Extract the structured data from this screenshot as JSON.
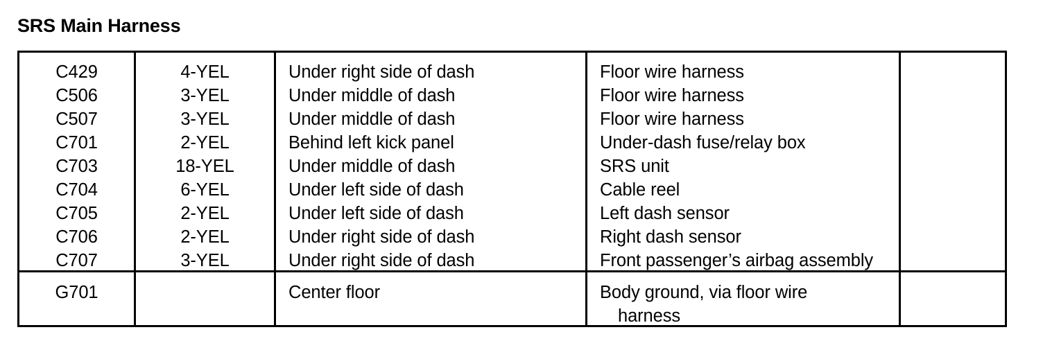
{
  "page": {
    "title": "SRS Main Harness",
    "background_color": "#ffffff",
    "text_color": "#000000"
  },
  "table": {
    "columns": [
      {
        "name": "connector-number",
        "align": "center"
      },
      {
        "name": "cavity-color",
        "align": "center"
      },
      {
        "name": "location",
        "align": "left"
      },
      {
        "name": "connects-to",
        "align": "left"
      },
      {
        "name": "notes",
        "align": "left"
      }
    ],
    "sections": [
      {
        "name": "connectors",
        "rows": [
          {
            "connector": "C429",
            "wire": "4-YEL",
            "location": "Under right side of dash",
            "connects_to": [
              "Floor wire harness"
            ],
            "notes": []
          },
          {
            "connector": "C506",
            "wire": "3-YEL",
            "location": "Under middle of dash",
            "connects_to": [
              "Floor wire harness"
            ],
            "notes": []
          },
          {
            "connector": "C507",
            "wire": "3-YEL",
            "location": "Under middle of dash",
            "connects_to": [
              "Floor wire harness"
            ],
            "notes": []
          },
          {
            "connector": "C701",
            "wire": "2-YEL",
            "location": "Behind left kick panel",
            "connects_to": [
              "Under-dash fuse/relay box"
            ],
            "notes": []
          },
          {
            "connector": "C703",
            "wire": "18-YEL",
            "location": "Under middle of dash",
            "connects_to": [
              "SRS unit"
            ],
            "notes": []
          },
          {
            "connector": "C704",
            "wire": "6-YEL",
            "location": "Under left side of dash",
            "connects_to": [
              "Cable reel"
            ],
            "notes": []
          },
          {
            "connector": "C705",
            "wire": "2-YEL",
            "location": "Under left side of dash",
            "connects_to": [
              "Left dash sensor"
            ],
            "notes": []
          },
          {
            "connector": "C706",
            "wire": "2-YEL",
            "location": "Under right side of dash",
            "connects_to": [
              "Right dash sensor"
            ],
            "notes": []
          },
          {
            "connector": "C707",
            "wire": "3-YEL",
            "location": "Under right side of dash",
            "connects_to": [
              "Front passenger’s airbag assembly"
            ],
            "notes": []
          }
        ]
      },
      {
        "name": "grounds",
        "rows": [
          {
            "connector": "G701",
            "wire": "",
            "location": "Center floor",
            "connects_to": [
              "Body ground, via floor wire",
              "harness"
            ],
            "notes": []
          }
        ]
      }
    ]
  }
}
